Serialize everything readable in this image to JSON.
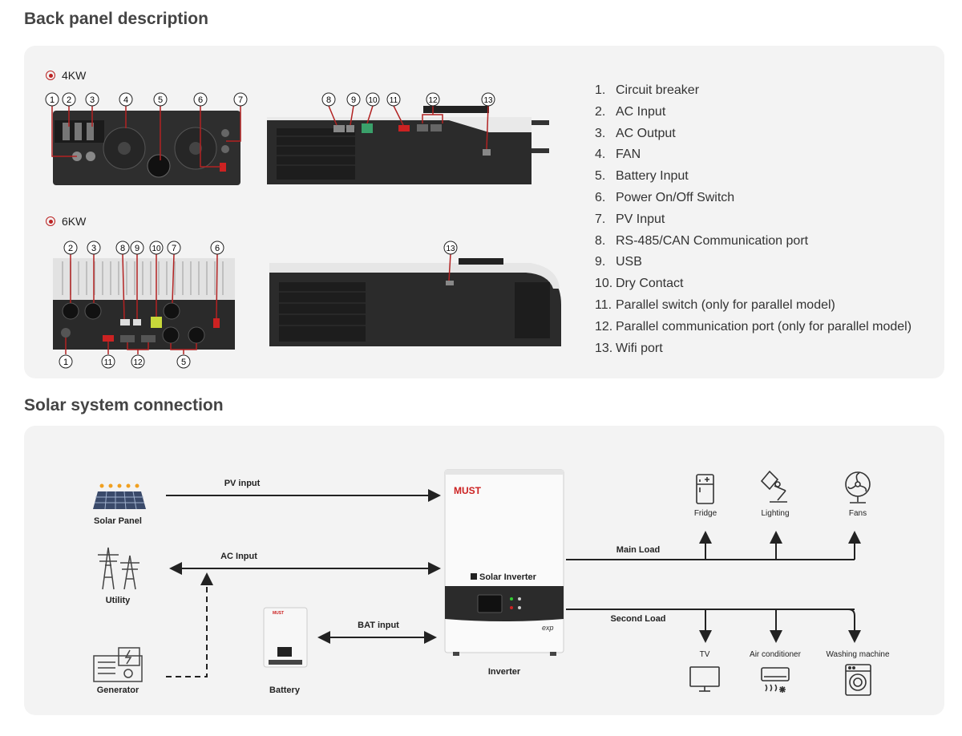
{
  "sections": {
    "back_panel_title": "Back panel description",
    "solar_title": "Solar system connection"
  },
  "models": {
    "m4kw": "4KW",
    "m6kw": "6KW"
  },
  "callouts_4kw": [
    "1",
    "2",
    "3",
    "4",
    "5",
    "6",
    "7",
    "8",
    "9",
    "10",
    "11",
    "12",
    "13"
  ],
  "callouts_6kw_top": [
    "2",
    "3",
    "8",
    "9",
    "10",
    "7",
    "6",
    "13"
  ],
  "callouts_6kw_bottom": [
    "1",
    "11",
    "12",
    "5"
  ],
  "legend": [
    {
      "num": "1.",
      "label": "Circuit breaker"
    },
    {
      "num": "2.",
      "label": "AC Input"
    },
    {
      "num": "3.",
      "label": "AC Output"
    },
    {
      "num": "4.",
      "label": "FAN"
    },
    {
      "num": "5.",
      "label": "Battery Input"
    },
    {
      "num": "6.",
      "label": "Power On/Off Switch"
    },
    {
      "num": "7.",
      "label": "PV Input"
    },
    {
      "num": "8.",
      "label": "RS-485/CAN Communication port"
    },
    {
      "num": "9.",
      "label": "USB"
    },
    {
      "num": "10.",
      "label": "Dry Contact"
    },
    {
      "num": "11.",
      "label": "Parallel switch (only for parallel model)"
    },
    {
      "num": "12.",
      "label": "Parallel communication port (only for parallel model)"
    },
    {
      "num": "13.",
      "label": "Wifi port"
    }
  ],
  "diagram": {
    "solar_panel": "Solar Panel",
    "utility": "Utility",
    "generator": "Generator",
    "battery": "Battery",
    "inverter": "Inverter",
    "pv_input": "PV input",
    "ac_input": "AC Input",
    "bat_input": "BAT input",
    "main_load": "Main Load",
    "second_load": "Second Load",
    "fridge": "Fridge",
    "lighting": "Lighting",
    "fans": "Fans",
    "tv": "TV",
    "air_conditioner": "Air conditioner",
    "washing_machine": "Washing machine",
    "brand": "MUST",
    "product_name": "Solar Inverter",
    "badge": "exp"
  },
  "colors": {
    "accent": "#b22222",
    "panel_bg": "#f3f3f3",
    "device_dark": "#2b2b2b"
  }
}
